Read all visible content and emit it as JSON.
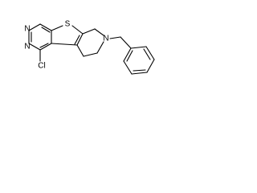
{
  "structure": {
    "atoms": {
      "sulfur": "S",
      "nitrogen_piperidine": "N",
      "nitrogen_top": "N",
      "nitrogen_bottom": "N",
      "chlorine": "Cl"
    },
    "colors": {
      "bond": "#000000",
      "background": "#ffffff"
    }
  }
}
